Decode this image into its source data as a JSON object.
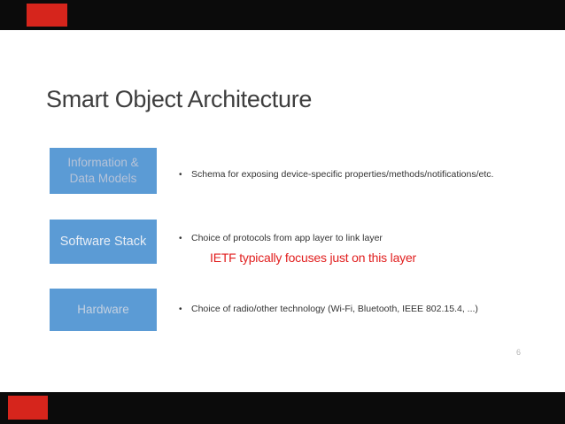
{
  "chrome": {
    "top_bar_color": "#0b0b0b",
    "bottom_bar_color": "#0b0b0b",
    "brand_accent_color": "#d6251c"
  },
  "slide": {
    "background_color": "#ffffff",
    "title": "Smart Object Architecture",
    "page_number": "6",
    "bullet_glyph": "•",
    "box_fill_color": "#5b9bd5",
    "title_color": "#3e3e3e",
    "bullet_text_color": "#333333",
    "rows": [
      {
        "box_label_line1": "Information &",
        "box_label_line2": "Data Models",
        "box_text_color": "#b6c3d8",
        "bullet": "Schema for exposing device-specific properties/methods/notifications/etc."
      },
      {
        "box_label_line1": "Software Stack",
        "box_label_line2": "",
        "box_text_color": "#e7edf5",
        "bullet": "Choice of protocols from app layer to link layer",
        "note": "IETF typically focuses just on this layer",
        "note_color": "#e11e1e"
      },
      {
        "box_label_line1": "Hardware",
        "box_label_line2": "",
        "box_text_color": "#c4d1e1",
        "bullet": "Choice of radio/other technology (Wi-Fi, Bluetooth, IEEE 802.15.4,  ...)"
      }
    ]
  }
}
